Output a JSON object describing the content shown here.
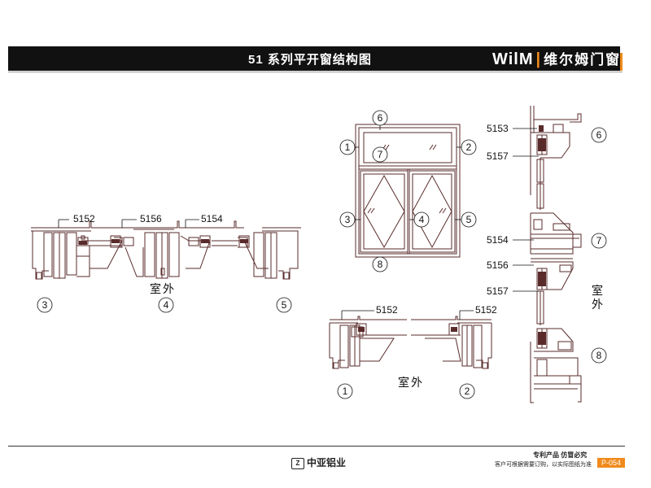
{
  "header": {
    "title": "51 系列平开窗结构图",
    "brand_latin": "WilM",
    "brand_cn": "维尔姆门窗",
    "accent_color": "#f08a1c"
  },
  "callouts": {
    "n1": "1",
    "n2": "2",
    "n3": "3",
    "n4": "4",
    "n5": "5",
    "n6": "6",
    "n7": "7",
    "n8": "8"
  },
  "profiles": {
    "p5152": "5152",
    "p5153": "5153",
    "p5154": "5154",
    "p5156": "5156",
    "p5157": "5157"
  },
  "labels": {
    "outdoor": "室外",
    "outdoor_vertical": [
      "室",
      "外"
    ]
  },
  "footer": {
    "company": "中亚铝业",
    "patent": "专利产品  仿冒必究",
    "note": "客户可根据需要订购，以实际图纸为准",
    "page": "P-054"
  }
}
